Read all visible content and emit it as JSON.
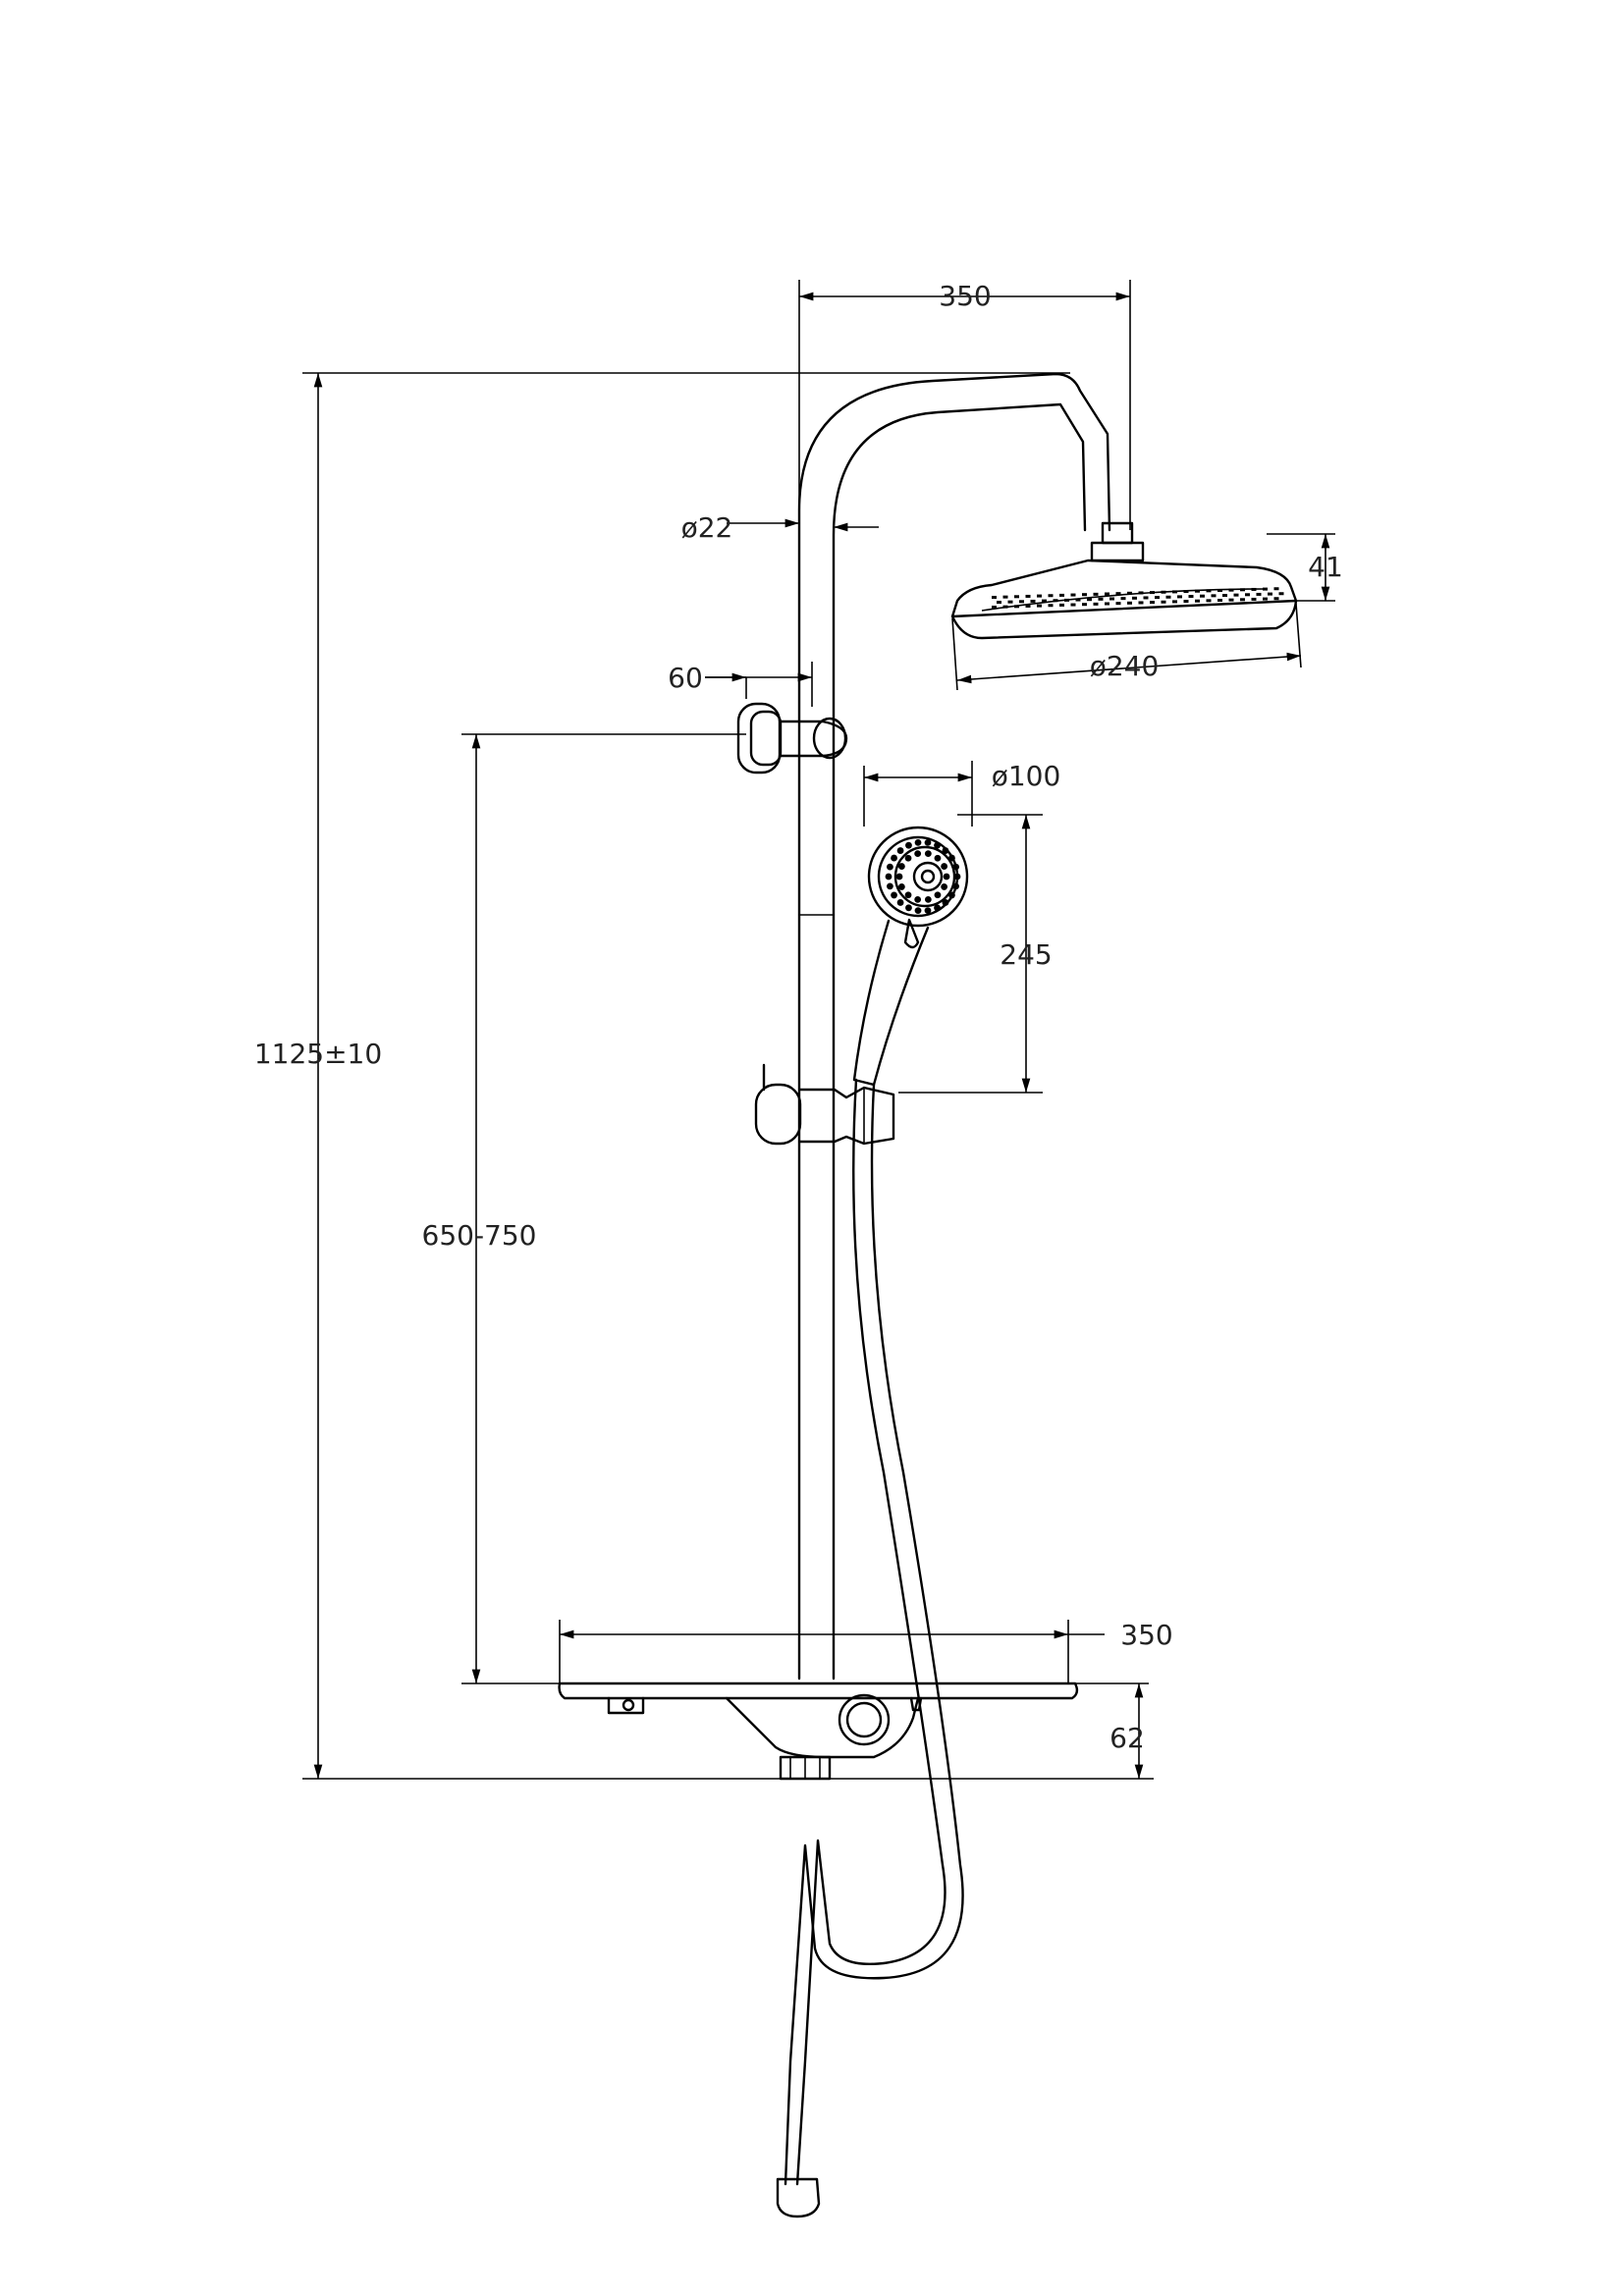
{
  "dimensions": {
    "top_arm_width": "350",
    "pipe_diameter": "ø22",
    "head_thickness": "41",
    "head_diameter": "ø240",
    "wall_offset": "60",
    "hand_diameter": "ø100",
    "hand_length": "245",
    "overall_height": "1125±10",
    "slider_range": "650-750",
    "shelf_width": "350",
    "mixer_height": "62"
  }
}
